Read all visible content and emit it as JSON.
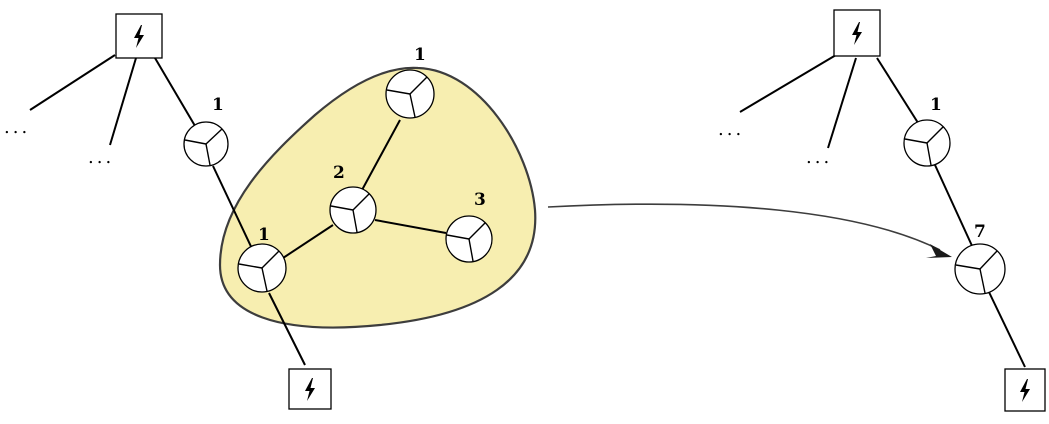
{
  "left_graph": {
    "top_left_dots": "...",
    "top_mid_dots": "...",
    "node_upper_weight": "1",
    "node_lower_weight": "1",
    "cluster": {
      "top_weight": "1",
      "center_weight": "2",
      "right_weight": "3"
    }
  },
  "right_graph": {
    "top_left_dots": "...",
    "top_mid_dots": "...",
    "node_upper_weight": "1",
    "merged_node_weight": "7"
  },
  "colors": {
    "cluster_fill": "#f7eeb0",
    "cluster_stroke": "#3d3d3d",
    "edge": "#000000"
  },
  "icons": {
    "source": "lightning-bolt-icon",
    "node": "three-spoke-node-icon"
  }
}
